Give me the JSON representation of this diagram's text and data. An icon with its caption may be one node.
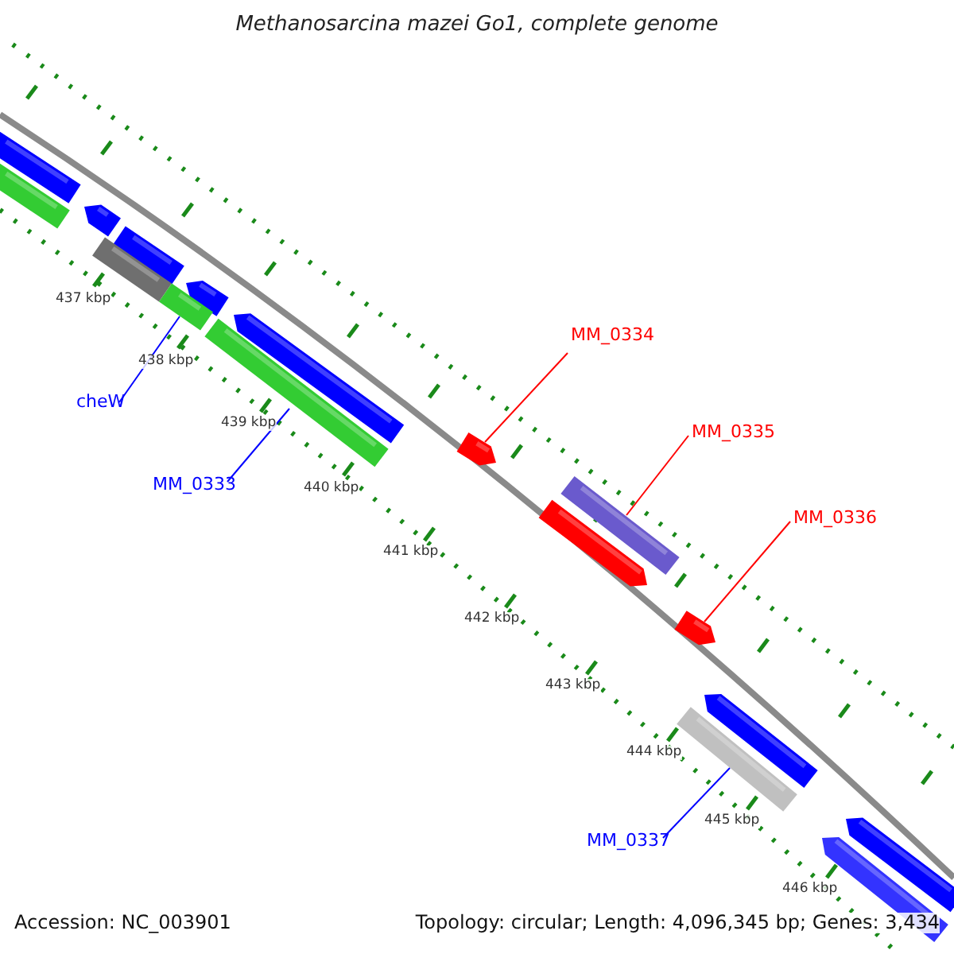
{
  "diagram": {
    "title": "Methanosarcina mazei Go1, complete genome",
    "nodes": [
      {
        "text": [
          "cheW"
        ]
      },
      {
        "text": [
          "MM_0333"
        ]
      },
      {
        "text": [
          "MM_0334"
        ]
      },
      {
        "text": [
          "MM_0335"
        ]
      },
      {
        "text": [
          "MM_0336"
        ]
      },
      {
        "text": [
          "MM_0337"
        ]
      },
      {
        "text": [],
        "shape": "bar"
      },
      {
        "text": [],
        "shape": "bar"
      },
      {
        "text": [],
        "shape": "bar"
      },
      {
        "text": [],
        "shape": "bar"
      },
      {
        "text": [],
        "shape": "bar"
      },
      {
        "text": [],
        "shape": "bar"
      }
    ],
    "edges": [
      {
        "from": 0,
        "to": 6,
        "arrow": "none"
      },
      {
        "from": 1,
        "to": 7,
        "arrow": "none"
      },
      {
        "from": 2,
        "to": 8,
        "arrow": "none",
        "color": "#ff0000"
      },
      {
        "from": 3,
        "to": 9,
        "arrow": "none",
        "color": "#ff0000"
      },
      {
        "from": 4,
        "to": 10,
        "arrow": "none",
        "color": "#ff0000"
      },
      {
        "from": 5,
        "to": 11,
        "arrow": "none"
      }
    ],
    "labels": [
      "437 kbp",
      "438 kbp",
      "439 kbp",
      "440 kbp",
      "441 kbp",
      "442 kbp",
      "443 kbp",
      "444 kbp",
      "445 kbp",
      "446 kbp",
      "Accession: NC_003901",
      "Topology: circular; Length: 4,096,345 bp; Genes: 3,434"
    ]
  }
}
